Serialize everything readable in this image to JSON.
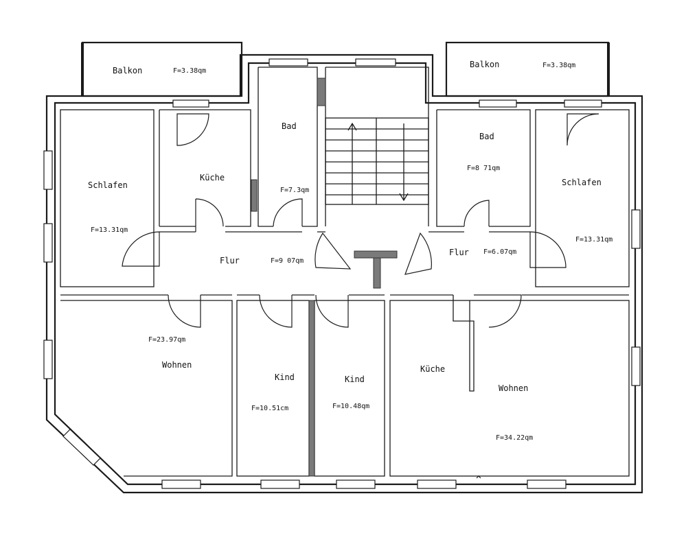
{
  "rooms": {
    "balkon_left": {
      "name": "Balkon",
      "area": "F=3.38qm"
    },
    "balkon_right": {
      "name": "Balkon",
      "area": "F=3.38qm"
    },
    "bad_left": {
      "name": "Bad",
      "area": "F=7.3qm"
    },
    "bad_right": {
      "name": "Bad",
      "area": "F=8 71qm"
    },
    "kueche_left": {
      "name": "Küche"
    },
    "schlafen_left": {
      "name": "Schlafen",
      "area": "F=13.31qm"
    },
    "schlafen_right": {
      "name": "Schlafen",
      "area": "F=13.31qm"
    },
    "flur_left": {
      "name": "Flur",
      "area": "F=9 07qm"
    },
    "flur_right": {
      "name": "Flur",
      "area": "F=6.07qm"
    },
    "wohnen_left": {
      "name": "Wohnen",
      "area": "F=23.97qm"
    },
    "kind_left": {
      "name": "Kind",
      "area": "F=10.51cm"
    },
    "kind_right": {
      "name": "Kind",
      "area": "F=10.48qm"
    },
    "kueche_right": {
      "name": "Küche"
    },
    "wohnen_right": {
      "name": "Wohnen",
      "area": "F=34.22qm"
    }
  }
}
